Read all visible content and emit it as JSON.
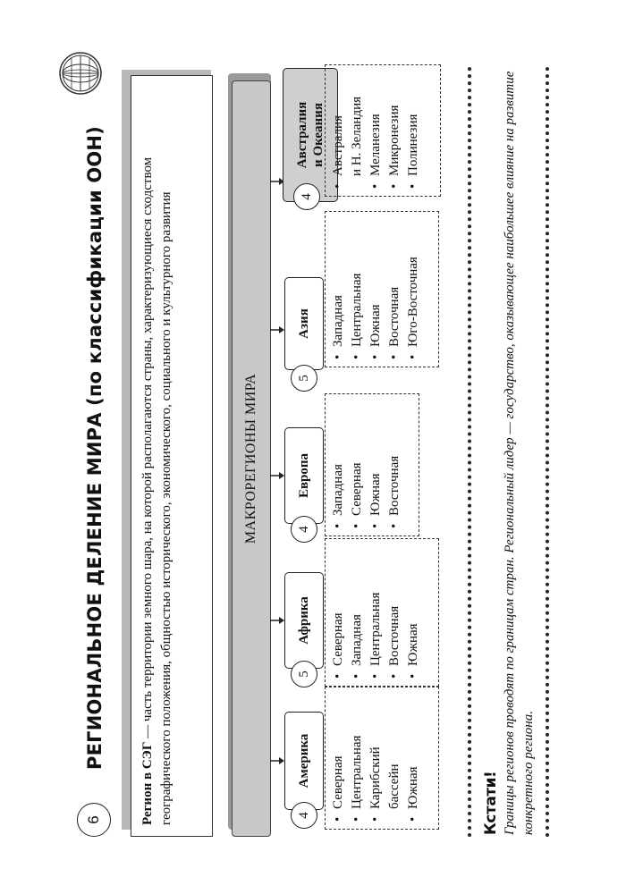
{
  "header": {
    "page_number": "6",
    "title": "РЕГИОНАЛЬНОЕ ДЕЛЕНИЕ МИРА (по классификации ООН)",
    "globe_icon": "globe-icon"
  },
  "definition": {
    "term": "Регион в СЭГ",
    "text": " — часть территории земного шара, на которой располагаются страны, характеризующиеся сходством географического положения, общностью исторического, экономического, социального и культурного развития"
  },
  "banner": {
    "label": "МАКРОРЕГИОНЫ МИРА"
  },
  "regions": [
    {
      "name": "Америка",
      "count": "4",
      "items": [
        "Северная",
        "Центральная",
        "Карибский",
        "бассейн",
        "Южная"
      ],
      "continuation_index": 3
    },
    {
      "name": "Африка",
      "count": "5",
      "items": [
        "Северная",
        "Западная",
        "Центральная",
        "Восточная",
        "Южная"
      ]
    },
    {
      "name": "Европа",
      "count": "4",
      "items": [
        "Западная",
        "Северная",
        "Южная",
        "Восточная"
      ]
    },
    {
      "name": "Азия",
      "count": "5",
      "items": [
        "Западная",
        "Центральная",
        "Южная",
        "Восточная",
        "Юго-Восточная"
      ]
    },
    {
      "name_line1": "Австралия",
      "name_line2": "и Океания",
      "count": "4",
      "items": [
        "Австралия",
        "и Н. Зеландия",
        "Меланезия",
        "Микронезия",
        "Полинезия"
      ],
      "continuation_index": 1
    }
  ],
  "note": {
    "heading": "Кстати!",
    "text": "Границы регионов проводят по границам стран. Региональный лидер — государство, оказывающее наибольшее влияние на развитие конкретного региона."
  },
  "colors": {
    "banner": "#c8c8c8",
    "banner_shadow": "#9a9a9a",
    "dark_tab": "#cfcfcf",
    "box_shadow": "#b8b8b8"
  }
}
